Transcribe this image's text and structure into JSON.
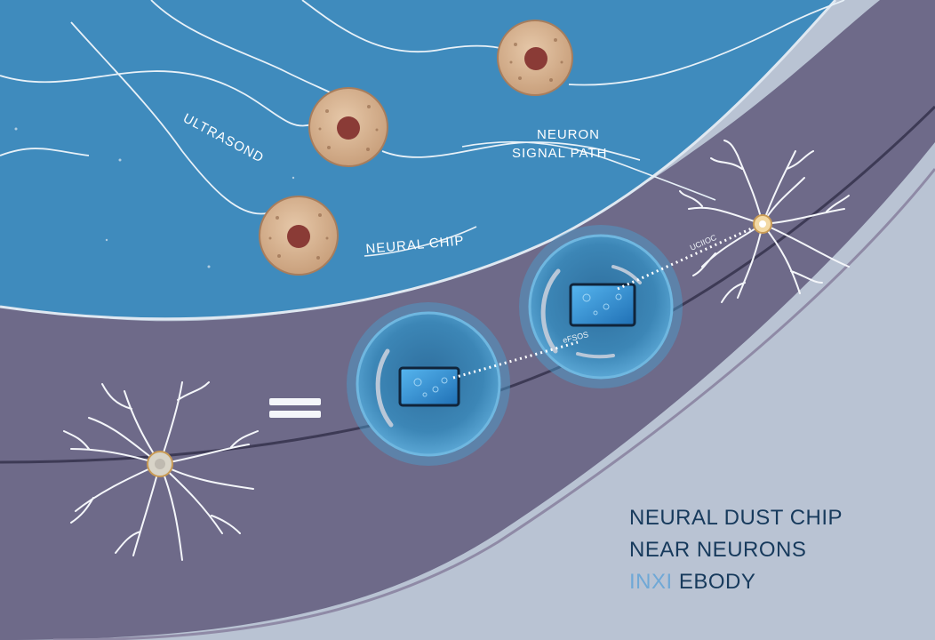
{
  "labels": {
    "ultrasound": "ULTRASOND",
    "neuron": "NEURON",
    "signal_path": "SIGNAL PATH",
    "neural_chip": "NEURAL CHIP",
    "upper_link": "UCIIOC",
    "lower_link": "eFSOS"
  },
  "caption": {
    "line1": "NEURAL DUST  CHIP",
    "line2": "NEAR NEURONS",
    "line3_highlight": "INΧI",
    "line3_rest": " EBODY"
  },
  "colors": {
    "fluid": "#3f8bbd",
    "tissue_band": "#6e6a89",
    "skin": "#b9c3d3",
    "cell": "#d6b596",
    "nucleus": "#8a3b36",
    "chip_bubble": "#3c87b8",
    "chip": "#2f8fd0",
    "caption": "#173a5c"
  }
}
